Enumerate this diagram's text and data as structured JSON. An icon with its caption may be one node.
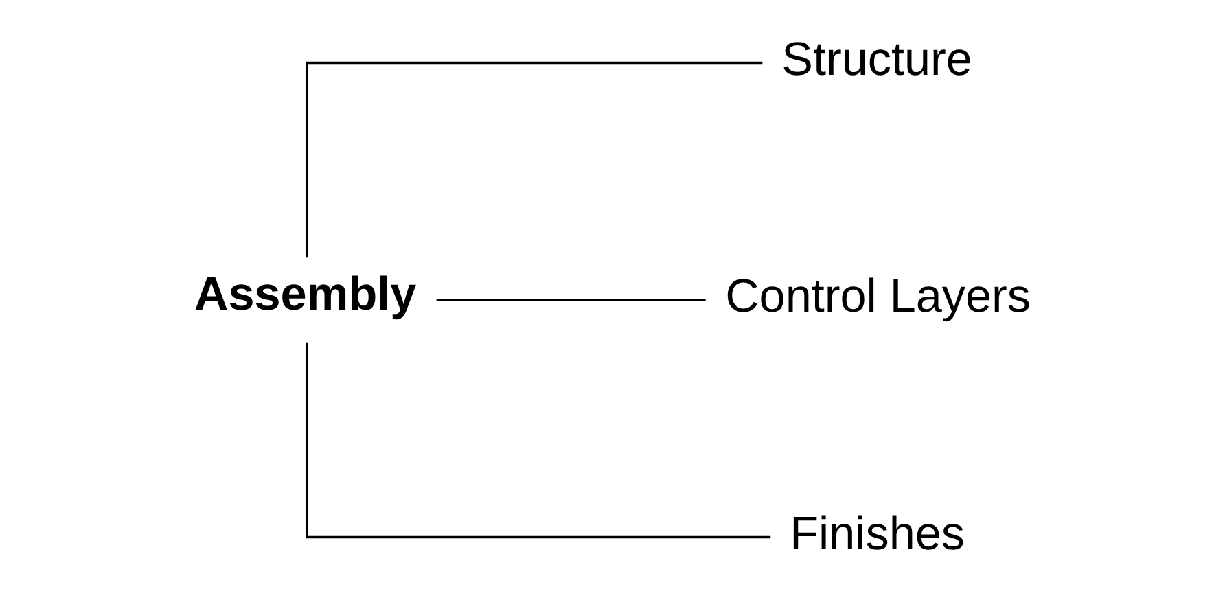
{
  "diagram": {
    "nodes": [
      {
        "text": [
          "Assembly"
        ]
      },
      {
        "text": [
          "Structure"
        ]
      },
      {
        "text": [
          "Control Layers"
        ]
      },
      {
        "text": [
          "Finishes"
        ]
      }
    ],
    "edges": [
      {
        "from": 0,
        "to": 1,
        "arrow": "none"
      },
      {
        "from": 0,
        "to": 2,
        "arrow": "none"
      },
      {
        "from": 0,
        "to": 3,
        "arrow": "none"
      }
    ]
  }
}
